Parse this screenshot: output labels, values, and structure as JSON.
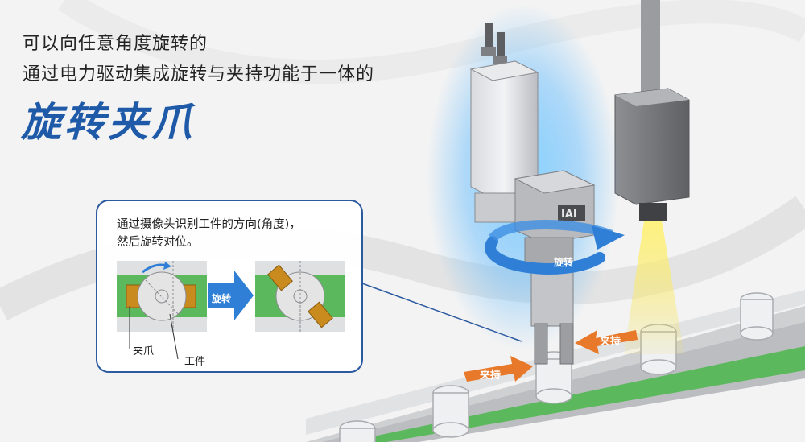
{
  "headline": {
    "line1": "可以向任意角度旋转的",
    "line2": "通过电力驱动集成旋转与夹持功能于一体的",
    "title": "旋转夹爪"
  },
  "callout": {
    "line1": "通过摄像头识别工件的方向(角度)，",
    "line2": "然后旋转对位。",
    "rotate_label": "旋转",
    "label_claw": "夹爪",
    "label_workpiece": "工件"
  },
  "scene": {
    "rotate_label": "旋转",
    "grip_label_left": "夹持",
    "grip_label_right": "夹持",
    "device_logo": "IAI"
  },
  "colors": {
    "title_blue": "#1e5aa8",
    "arrow_blue": "#2f7fd6",
    "grip_orange": "#e8792a",
    "rail_green": "#5cb85c",
    "claw_orange": "#c98a1e",
    "light_yellow": "#f5e14a"
  }
}
